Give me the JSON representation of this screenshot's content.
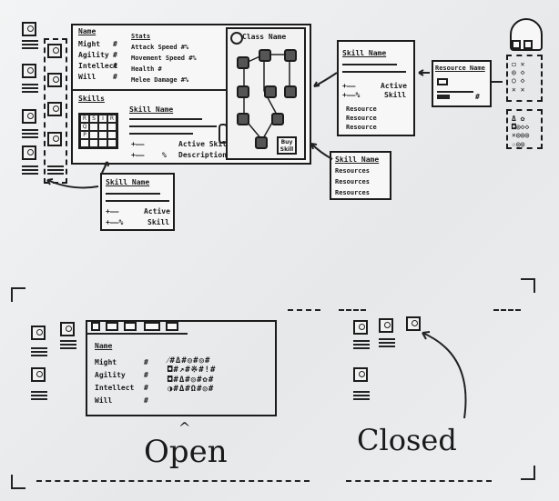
{
  "main_panel": {
    "stats_header": "Name",
    "stats": [
      {
        "label": "Might",
        "value": "#"
      },
      {
        "label": "Agility",
        "value": "#"
      },
      {
        "label": "Intellect",
        "value": "#"
      },
      {
        "label": "Will",
        "value": "#"
      }
    ],
    "sub_stats_title": "Stats",
    "sub_stats": [
      "Attack Speed #%",
      "Movement Speed #%",
      "Health #",
      "Melee Damage #%"
    ],
    "skills_header": "Skills",
    "skill_name": "Skill Name",
    "active_skill": "Active Skill",
    "description": "Description",
    "pct": "%",
    "class_name": "Class Name",
    "buy_skill": "Buy Skill",
    "grid_cells": [
      "R",
      "S",
      "I",
      "R",
      "Q",
      "",
      "",
      "",
      "P",
      "",
      "",
      "",
      "",
      "",
      "",
      ""
    ]
  },
  "tooltip_skill_bottom": {
    "title": "Skill Name",
    "active": "Active",
    "skill": "Skill"
  },
  "tooltip_skill_right": {
    "title": "Skill Name",
    "active": "Active",
    "skill": "Skill",
    "resources": [
      "Resource",
      "Resource",
      "Resource"
    ]
  },
  "tooltip_skill_resources": {
    "title": "Skill Name",
    "resources": [
      "Resources",
      "Resources",
      "Resources"
    ]
  },
  "resource_tooltip": {
    "title": "Resource Name",
    "value": "#"
  },
  "open_panel": {
    "name": "Name",
    "stats": [
      {
        "label": "Might",
        "value": "#"
      },
      {
        "label": "Agility",
        "value": "#"
      },
      {
        "label": "Intellect",
        "value": "#"
      },
      {
        "label": "Will",
        "value": "#"
      }
    ],
    "caption": "Open"
  },
  "closed_panel": {
    "caption": "Closed"
  }
}
